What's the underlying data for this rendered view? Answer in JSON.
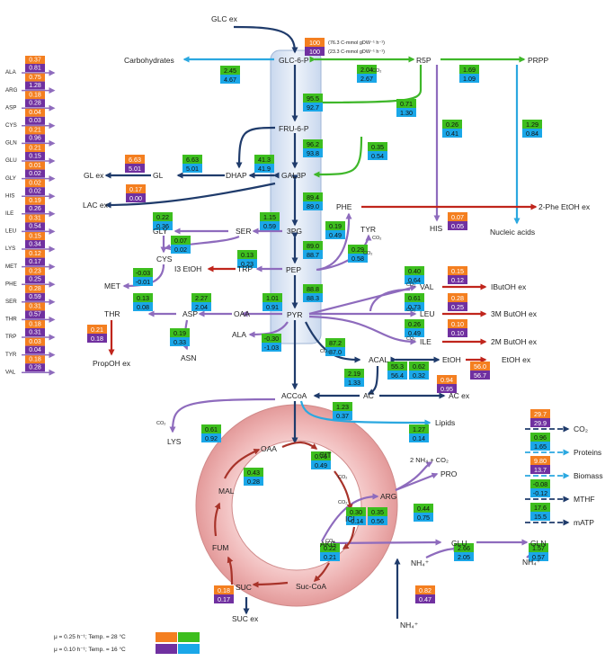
{
  "colors": {
    "orange": "#F47F20",
    "purple": "#7030A0",
    "green": "#3DBE1E",
    "blue": "#1AA7E8",
    "navy": "#1F3B6B",
    "lavender": "#8E6BBD",
    "sky": "#2BA8E0",
    "bright_green": "#3FB72A",
    "red": "#C0251C",
    "tca_ring": "#F2C0C0",
    "tca_arrow": "#A8332A",
    "column": "#DCE6F4"
  },
  "legend": {
    "row1": "μ = 0.25 h⁻¹;  Temp. = 28 °C",
    "row2": "μ = 0.10 h⁻¹;  Temp. = 16 °C"
  },
  "glc_uptake": {
    "orange": "100",
    "purple": "100",
    "note_orange": "(76.3 C-mmol gDW⁻¹ h⁻¹)",
    "note_purple": "(23.3 C-mmol gDW⁻¹ h⁻¹)"
  },
  "left_column": [
    {
      "name": "ALA",
      "o": "0.37",
      "p": "0.81"
    },
    {
      "name": "ARG",
      "o": "0.75",
      "p": "1.28"
    },
    {
      "name": "ASP",
      "o": "0.18",
      "p": "0.28"
    },
    {
      "name": "CYS",
      "o": "0.04",
      "p": "0.03"
    },
    {
      "name": "GLN",
      "o": "0.21",
      "p": "0.96"
    },
    {
      "name": "GLU",
      "o": "0.21",
      "p": "0.15"
    },
    {
      "name": "GLY",
      "o": "0.01",
      "p": "0.02"
    },
    {
      "name": "HIS",
      "o": "0.02",
      "p": "0.02"
    },
    {
      "name": "ILE",
      "o": "0.19",
      "p": "0.26"
    },
    {
      "name": "LEU",
      "o": "0.31",
      "p": "0.54"
    },
    {
      "name": "LYS",
      "o": "0.15",
      "p": "0.34"
    },
    {
      "name": "MET",
      "o": "0.12",
      "p": "0.17"
    },
    {
      "name": "PHE",
      "o": "0.23",
      "p": "0.25"
    },
    {
      "name": "SER",
      "o": "0.28",
      "p": "0.59"
    },
    {
      "name": "THR",
      "o": "0.31",
      "p": "0.57"
    },
    {
      "name": "TRP",
      "o": "0.18",
      "p": "0.31"
    },
    {
      "name": "TYR",
      "o": "0.03",
      "p": "0.04"
    },
    {
      "name": "VAL",
      "o": "0.18",
      "p": "0.28"
    }
  ],
  "right_legend": [
    {
      "label": "CO₂",
      "o": "29.7",
      "p": "29.9",
      "kind": "op"
    },
    {
      "label": "Proteins",
      "o": "0.96",
      "p": "1.65",
      "kind": "gb"
    },
    {
      "label": "Biomass",
      "o": "9.80",
      "p": "13.7",
      "kind": "op"
    },
    {
      "label": "MTHF",
      "o": "-0.08",
      "p": "-0.12",
      "kind": "gb"
    },
    {
      "label": "mATP",
      "o": "17.6",
      "p": "15.5",
      "kind": "gb"
    }
  ],
  "metabolites": {
    "glc_ex": "GLC ex",
    "glc6p": "GLC-6-P",
    "fru6p": "FRU-6-P",
    "gal3p": "GAL3P",
    "pg3": "3PG",
    "pep": "PEP",
    "pyr": "PYR",
    "carb": "Carbohydrates",
    "r5p": "R5P",
    "prpp": "PRPP",
    "his": "HIS",
    "nuc": "Nucleic acids",
    "dhap": "DHAP",
    "gl": "GL",
    "gl_ex": "GL ex",
    "lac_ex": "LAC ex",
    "phe": "PHE",
    "phe_ex": "2-Phe EtOH ex",
    "tyr": "TYR",
    "gly": "GLY",
    "ser": "SER",
    "cys": "CYS",
    "met": "MET",
    "i3": "I3 EtOH",
    "trp": "TRP",
    "thr": "THR",
    "asp": "ASP",
    "oaa": "OAA",
    "asn": "ASN",
    "propoh": "PropOH ex",
    "ala": "ALA",
    "val": "VAL",
    "leu": "LEU",
    "ile": "ILE",
    "ibut": "IButOH ex",
    "mbut3": "3M ButOH ex",
    "mbut2": "2M ButOH ex",
    "acal": "ACAL",
    "etoh": "EtOH",
    "etoh_ex": "EtOH ex",
    "ac": "AC",
    "ac_ex": "AC ex",
    "accoa": "ACCoA",
    "lys": "LYS",
    "lipids": "Lipids",
    "oaa2": "OAA",
    "cit": "CIT",
    "ici": "ICI",
    "akg": "AKG",
    "succoa": "Suc-CoA",
    "suc": "SUC",
    "fum": "FUM",
    "mal": "MAL",
    "suc_ex": "SUC ex",
    "arg": "ARG",
    "pro": "PRO",
    "nh4co2": "2 NH₄ + CO₂",
    "glu": "GLU",
    "gln": "GLN",
    "nh4a": "NH₄⁺",
    "nh4b": "NH₄⁺",
    "nh4c": "NH₄⁺",
    "co2": "CO₂"
  },
  "fluxes": {
    "glc6p_carb": [
      "2.45",
      "4.67"
    ],
    "glc6p_r5p": [
      "2.04",
      "2.67"
    ],
    "r5p_prpp": [
      "1.69",
      "1.09"
    ],
    "glc6p_fru6p": [
      "95.5",
      "92.7"
    ],
    "r5p_his": [
      "0.71",
      "1.30"
    ],
    "prpp_his": [
      "0.26",
      "0.41"
    ],
    "prpp_nuc": [
      "1.29",
      "0.84"
    ],
    "fru6p_gal3p": [
      "96.2",
      "93.8"
    ],
    "r5p_gal3p": [
      "0.35",
      "0.54"
    ],
    "dhap_gl": [
      "6.63",
      "5.01"
    ],
    "gl_glex": [
      "6.63",
      "5.01"
    ],
    "gal3p_dhap": [
      "41.3",
      "41.9"
    ],
    "lac": [
      "0.17",
      "0.00"
    ],
    "gal3p_3pg": [
      "89.4",
      "89.0"
    ],
    "phe_ex": [
      "0.07",
      "0.05"
    ],
    "ser_gly": [
      "0.22",
      "0.36"
    ],
    "3pg_ser": [
      "1.15",
      "0.59"
    ],
    "pep_tyr": [
      "0.19",
      "0.49"
    ],
    "cys": [
      "0.07",
      "0.02"
    ],
    "3pg_pep": [
      "89.0",
      "88.7"
    ],
    "pep_phe": [
      "0.29",
      "0.58"
    ],
    "trp_i3": [
      "0.13",
      "0.23"
    ],
    "met": [
      "-0.03",
      "-0.01"
    ],
    "val": [
      "0.40",
      "0.64"
    ],
    "ibut": [
      "0.15",
      "0.12"
    ],
    "pep_pyr": [
      "88.8",
      "88.3"
    ],
    "leu": [
      "0.61",
      "0.73"
    ],
    "mbut3": [
      "0.28",
      "0.25"
    ],
    "thr": [
      "0.13",
      "0.08"
    ],
    "oaa_asp": [
      "2.27",
      "2.04"
    ],
    "pyr_oaa": [
      "1.01",
      "0.91"
    ],
    "ile": [
      "0.26",
      "0.49"
    ],
    "mbut2": [
      "0.10",
      "0.10"
    ],
    "propoh": [
      "0.21",
      "0.18"
    ],
    "asn": [
      "0.19",
      "0.33"
    ],
    "pyr_ala": [
      "-0.30",
      "-1.03"
    ],
    "pyr_acal": [
      "87.2",
      "87.0"
    ],
    "acal_etoh": [
      "55.3",
      "56.4"
    ],
    "etoh_mid": [
      "0.62",
      "0.32"
    ],
    "etoh_ex": [
      "56.0",
      "56.7"
    ],
    "acal_ac": [
      "2.19",
      "1.33"
    ],
    "ac_ex": [
      "0.94",
      "0.95"
    ],
    "ac_accoa": [
      "1.23",
      "0.37"
    ],
    "lys": [
      "0.61",
      "0.92"
    ],
    "lipids": [
      "1.27",
      "0.14"
    ],
    "cit": [
      "0.76",
      "0.49"
    ],
    "mal": [
      "0.43",
      "0.28"
    ],
    "ici_akg": [
      "0.35",
      "0.56"
    ],
    "akg_in": [
      "0.30",
      "-0.14"
    ],
    "arg_pro": [
      "0.44",
      "0.75"
    ],
    "succoa": [
      "0.22",
      "0.21"
    ],
    "glu": [
      "2.66",
      "2.05"
    ],
    "gln": [
      "1.57",
      "0.57"
    ],
    "suc_ex": [
      "0.18",
      "0.17"
    ],
    "nh4": [
      "0.82",
      "0.47"
    ]
  }
}
